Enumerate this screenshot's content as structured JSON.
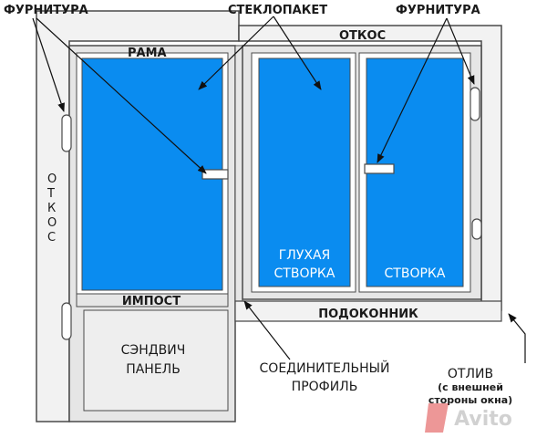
{
  "labels": {
    "hardware_left": "ФУРНИТУРА",
    "glass_unit": "СТЕКЛОПАКЕТ",
    "hardware_right": "ФУРНИТУРА",
    "frame": "РАМА",
    "slope_top": "ОТКОС",
    "slope_left": [
      "О",
      "Т",
      "К",
      "О",
      "С"
    ],
    "fixed_sash_line1": "ГЛУХАЯ",
    "fixed_sash_line2": "СТВОРКА",
    "sash": "СТВОРКА",
    "mullion": "ИМПОСТ",
    "windowsill": "ПОДОКОННИК",
    "sandwich_line1": "СЭНДВИЧ",
    "sandwich_line2": "ПАНЕЛЬ",
    "connector_line1": "СОЕДИНИТЕЛЬНЫЙ",
    "connector_line2": "ПРОФИЛЬ",
    "drip_line1": "ОТЛИВ",
    "drip_line2": "(с внешней",
    "drip_line3": "стороны окна)",
    "watermark": "Avito"
  },
  "colors": {
    "glass": "#0a8cf0",
    "frame": "#e6e6e6",
    "outline": "#4a4a4a",
    "background": "#ffffff",
    "wall": "#f2f2f2"
  }
}
